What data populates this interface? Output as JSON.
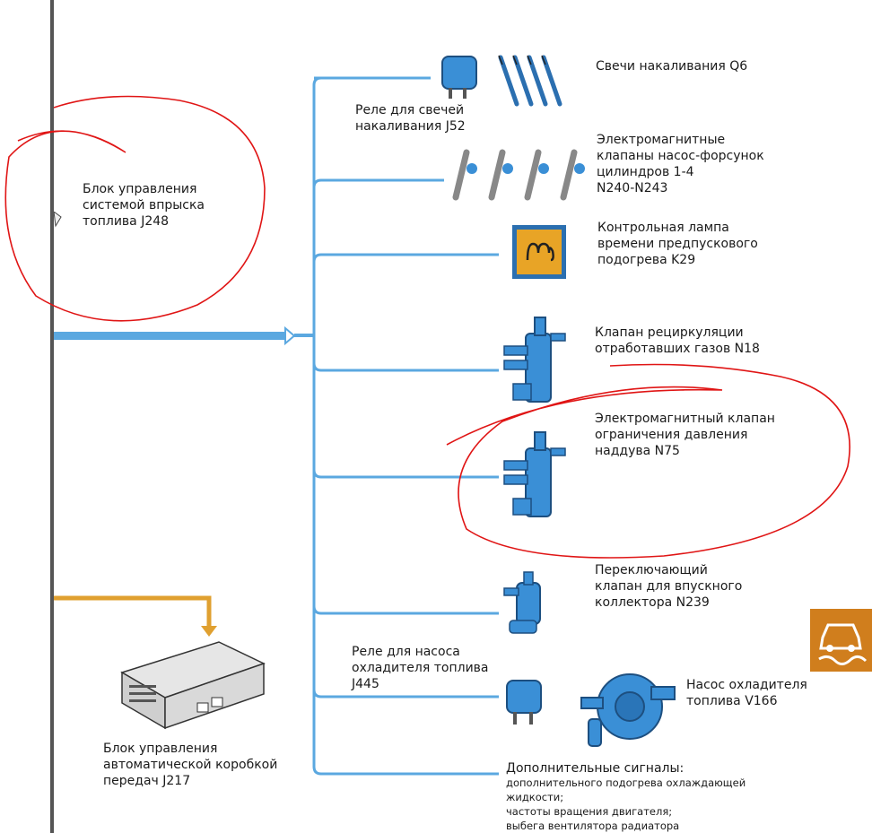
{
  "control_unit": {
    "label_lines": [
      "Блок управления",
      "системой впрыска",
      "топлива J248"
    ]
  },
  "transmission_unit": {
    "label_lines": [
      "Блок управления",
      "автоматической коробкой",
      "передач J217"
    ]
  },
  "components": {
    "glow_plugs": {
      "label_lines": [
        "Свечи накаливания Q6"
      ]
    },
    "glow_relay": {
      "label_lines": [
        "Реле для свечей",
        "накаливания J52"
      ]
    },
    "injector_valves": {
      "label_lines": [
        "Электромагнитные",
        "клапаны насос-форсунок",
        "цилиндров 1-4",
        "N240-N243"
      ]
    },
    "glow_lamp": {
      "label_lines": [
        "Контрольная лампа",
        "времени предпускового",
        "подогрева K29"
      ]
    },
    "egr_valve": {
      "label_lines": [
        "Клапан рециркуляции",
        "отработавших газов N18"
      ]
    },
    "boost_valve": {
      "label_lines": [
        "Электромагнитный клапан",
        "ограничения давления",
        "наддува N75"
      ]
    },
    "intake_valve": {
      "label_lines": [
        "Переключающий",
        "клапан для впускного",
        "коллектора N239"
      ]
    },
    "cooler_relay": {
      "label_lines": [
        "Реле для насоса",
        "охладителя топлива",
        "J445"
      ]
    },
    "cooler_pump": {
      "label_lines": [
        "Насос охладителя",
        "топлива V166"
      ]
    }
  },
  "additional_signals": {
    "title": "Дополнительные сигналы:",
    "items": [
      "дополнительного подогрева охлаждающей",
      "жидкости;",
      "частоты вращения двигателя;",
      "выбега вентилятора радиатора"
    ]
  },
  "colors": {
    "line_blue": "#5ba8e0",
    "device_blue": "#3a8fd6",
    "signal_orange": "#e0a030",
    "annotation_red": "#e01515",
    "badge_orange": "#d07e1d"
  },
  "icons": [
    "relay-icon",
    "glow-plug-icon",
    "injector-icon",
    "warning-lamp-icon",
    "solenoid-valve-icon",
    "pump-icon",
    "ecu-icon",
    "slippery-road-icon"
  ]
}
